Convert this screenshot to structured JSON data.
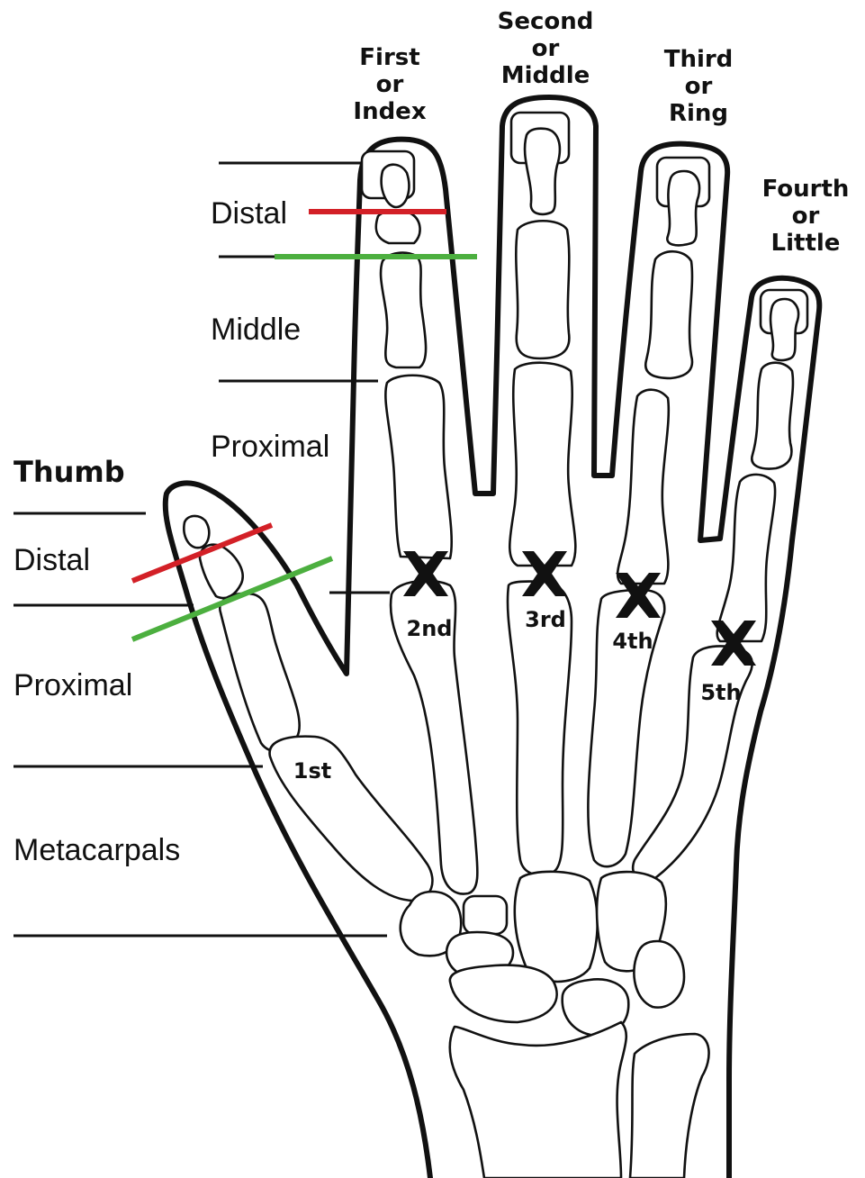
{
  "fingers": {
    "index": [
      "First",
      "or",
      "Index"
    ],
    "middle": [
      "Second",
      "or",
      "Middle"
    ],
    "ring": [
      "Third",
      "or",
      "Ring"
    ],
    "little": [
      "Fourth",
      "or",
      "Little"
    ]
  },
  "finger_segments": {
    "distal": "Distal",
    "middle": "Middle",
    "proximal": "Proximal"
  },
  "thumb": {
    "title": "Thumb",
    "distal": "Distal",
    "proximal": "Proximal"
  },
  "metacarpals_label": "Metacarpals",
  "metacarpal_numbers": [
    "1st",
    "2nd",
    "3rd",
    "4th",
    "5th"
  ],
  "colors": {
    "outline": "#111111",
    "red_line": "#d32027",
    "green_line": "#4caf3f",
    "x_mark": "#111111"
  }
}
